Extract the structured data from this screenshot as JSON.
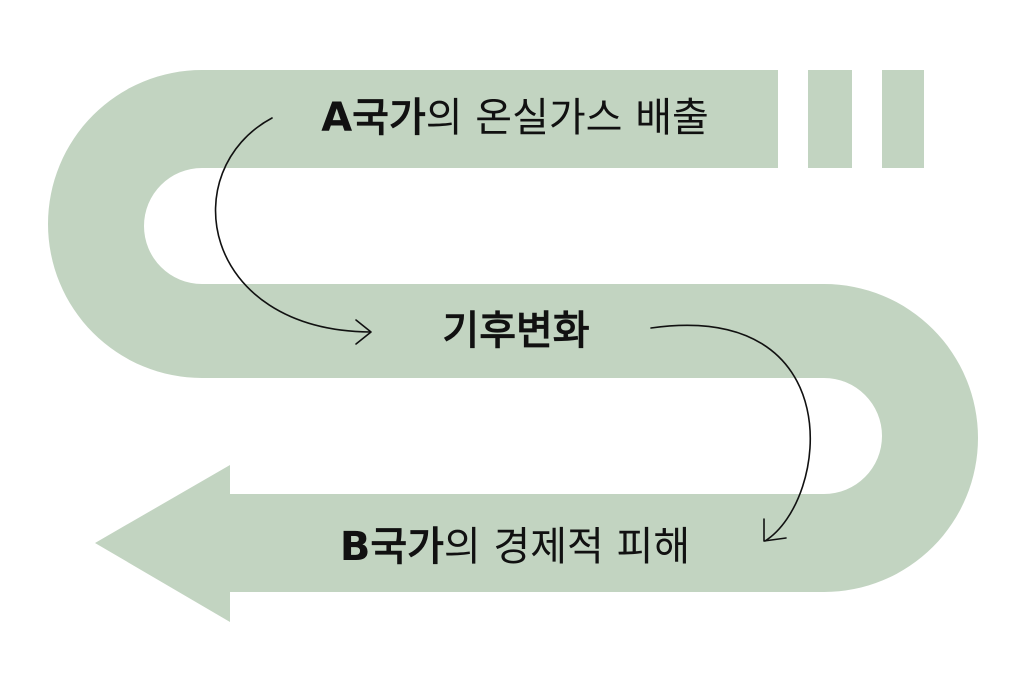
{
  "colors": {
    "band": "#c2d4c1",
    "background": "#ffffff",
    "text": "#111111"
  },
  "labels": {
    "top_bold": "A국가",
    "top_rest": "의 온실가스 배출",
    "middle": "기후변화",
    "bottom_bold": "B국가",
    "bottom_rest": "의 경제적 피해"
  }
}
